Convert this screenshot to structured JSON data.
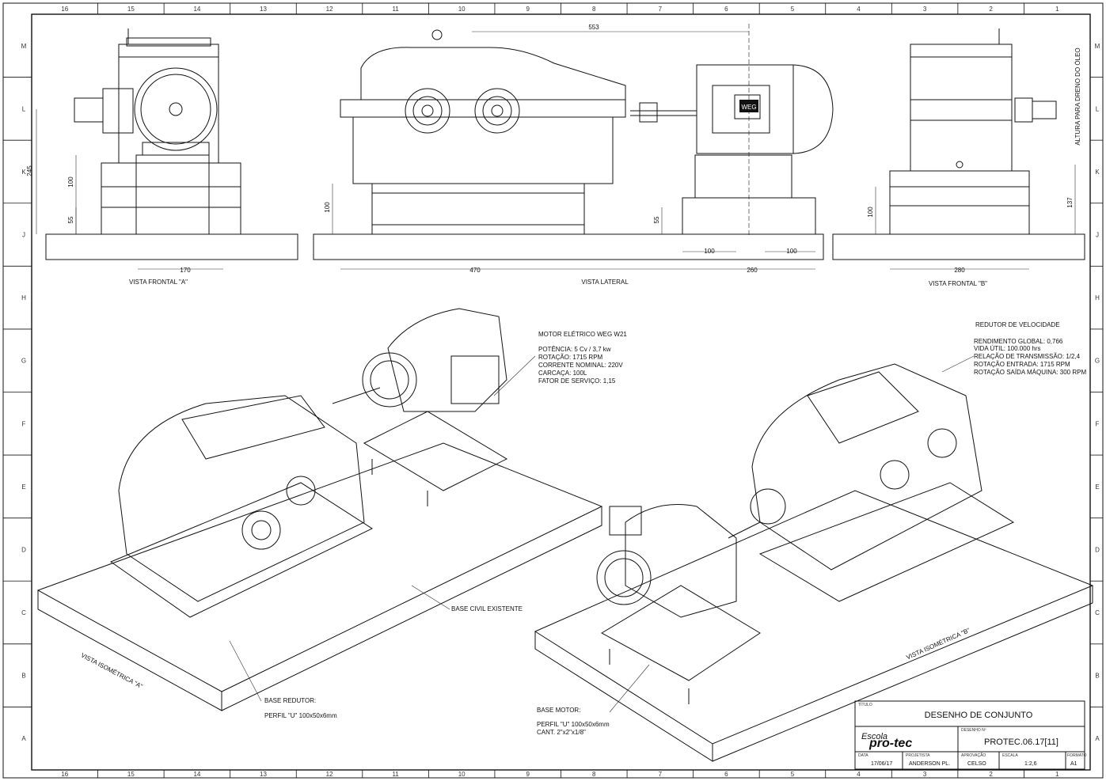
{
  "grid": {
    "columns": [
      "16",
      "15",
      "14",
      "13",
      "12",
      "11",
      "10",
      "9",
      "8",
      "7",
      "6",
      "5",
      "4",
      "3",
      "2",
      "1"
    ],
    "rows": [
      "M",
      "L",
      "K",
      "J",
      "H",
      "G",
      "F",
      "E",
      "D",
      "C",
      "B",
      "A"
    ]
  },
  "views": {
    "frontal_a": "VISTA FRONTAL \"A\"",
    "lateral": "VISTA LATERAL",
    "frontal_b": "VISTA FRONTAL \"B\"",
    "iso_a": "VISTA ISOMÉTRICA \"A\"",
    "iso_b": "VISTA ISOMÉTRICA \"B\""
  },
  "dimensions": {
    "d553": "553",
    "d245": "245",
    "d100a": "100",
    "d55a": "55",
    "d170": "170",
    "d100b": "100",
    "d470": "470",
    "d55b": "55",
    "d100c": "100",
    "d100d": "100",
    "d260": "260",
    "d100e": "100",
    "d137": "137",
    "d280": "280"
  },
  "notes": {
    "oil_drain": "ALTURA PARA DRENO DO ÓLEO",
    "motor": {
      "title": "MOTOR ELÉTRICO WEG W21",
      "lines": [
        "POTÊNCIA: 5 Cv / 3,7 kw",
        "ROTAÇÃO: 1715 RPM",
        "CORRENTE NOMINAL: 220V",
        "CARCAÇA: 100L",
        "FATOR DE SERVIÇO: 1,15"
      ]
    },
    "reducer": {
      "title": "REDUTOR DE VELOCIDADE",
      "lines": [
        "RENDIMENTO GLOBAL: 0,766",
        "VIDA ÚTIL: 100.000 hrs",
        "RELAÇÃO DE TRANSMISSÃO: 1/2,4",
        "ROTAÇÃO ENTRADA: 1715 RPM",
        "ROTAÇÃO SAÍDA MÁQUINA: 300 RPM"
      ]
    },
    "civil_base": "BASE CIVIL EXISTENTE",
    "base_reducer": {
      "title": "BASE REDUTOR:",
      "line": "PERFIL \"U\" 100x50x6mm"
    },
    "base_motor": {
      "title": "BASE MOTOR:",
      "lines": [
        "PERFIL \"U\" 100x50x6mm",
        "CANT. 2\"x2\"x1/8\""
      ]
    }
  },
  "title_block": {
    "title_label": "TÍTULO",
    "title": "DESENHO DE CONJUNTO",
    "drawing_label": "DESENHO Nº",
    "drawing_no": "PROTEC.06.17[11]",
    "logo_script": "Escola",
    "logo_main": "pro-tec",
    "date_label": "DATA",
    "date": "17/06/17",
    "designer_label": "PROJETISTA",
    "designer": "ANDERSON PL.",
    "approved_label": "APROVAÇÃO",
    "approved": "CELSO",
    "scale_label": "ESCALA",
    "scale": "1:2,6",
    "format_label": "FORMATO",
    "format": "A1",
    "weg_badge": "WEG"
  },
  "colors": {
    "line": "#111111",
    "background": "#ffffff",
    "dim": "#333333"
  }
}
